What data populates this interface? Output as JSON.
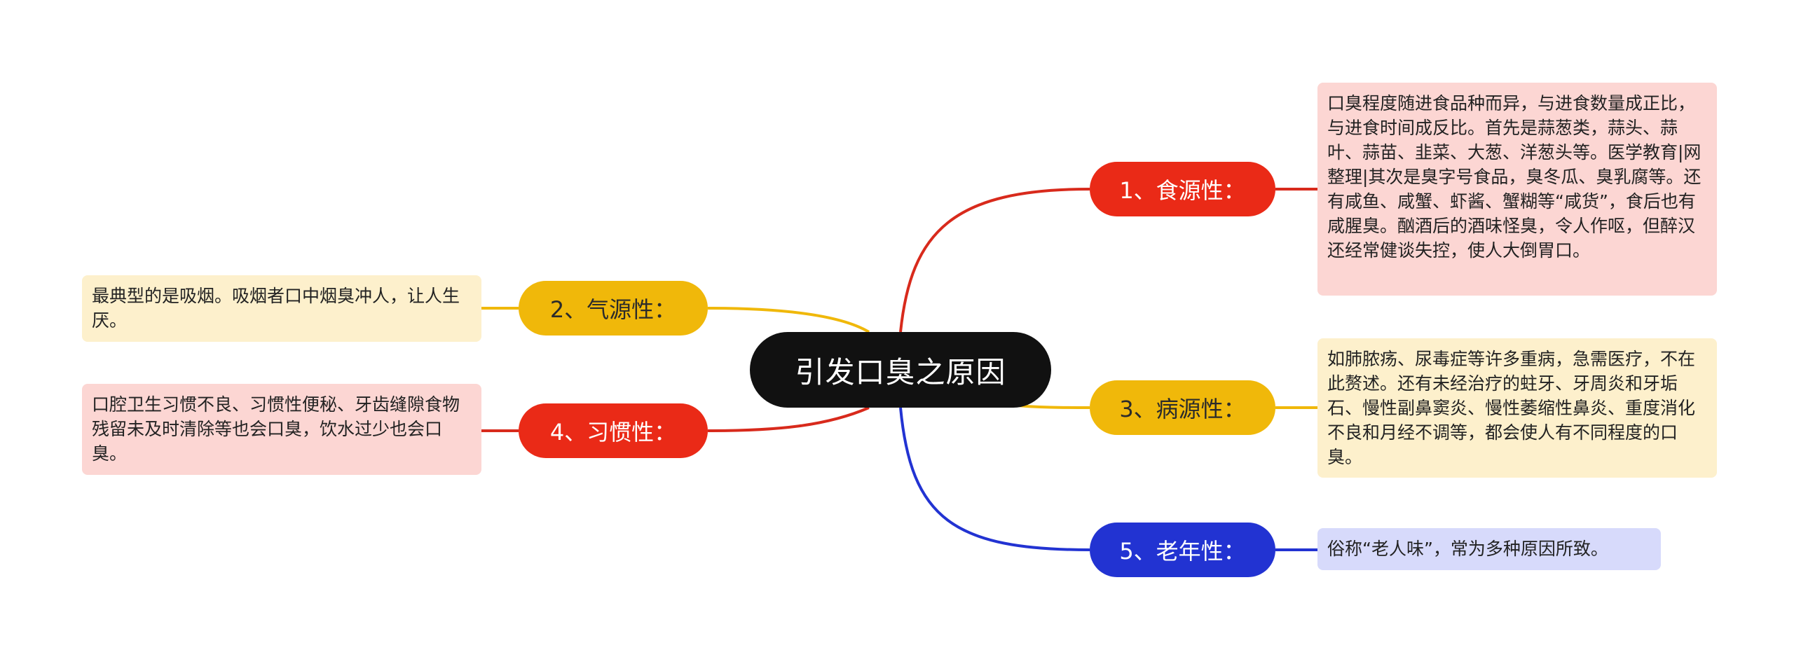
{
  "center": {
    "title": "引发口臭之原因"
  },
  "branches": [
    {
      "label": "1、食源性：",
      "color": "#ea2a17",
      "detail": "口臭程度随进食品种而异，与进食数量成正比，与进食时间成反比。首先是蒜葱类，蒜头、蒜叶、蒜苗、韭菜、大葱、洋葱头等。医学教育|网整理|其次是臭字号食品，臭冬瓜、臭乳腐等。还有咸鱼、咸蟹、虾酱、蟹糊等“咸货”，食后也有咸腥臭。酗酒后的酒味怪臭，令人作呕，但醉汉还经常健谈失控，使人大倒胃口。"
    },
    {
      "label": "2、气源性：",
      "color": "#f0b80a",
      "detail": "最典型的是吸烟。吸烟者口中烟臭冲人，让人生厌。"
    },
    {
      "label": "3、病源性：",
      "color": "#f0b80a",
      "detail": "如肺脓疡、尿毒症等许多重病，急需医疗，不在此赘述。还有未经治疗的蛀牙、牙周炎和牙垢石、慢性副鼻窦炎、慢性萎缩性鼻炎、重度消化不良和月经不调等，都会使人有不同程度的口臭。"
    },
    {
      "label": "4、习惯性：",
      "color": "#ea2a17",
      "detail": "口腔卫生习惯不良、习惯性便秘、牙齿缝隙食物残留未及时清除等也会口臭，饮水过少也会口臭。"
    },
    {
      "label": "5、老年性：",
      "color": "#2233d2",
      "detail": "俗称“老人味”，常为多种原因所致。"
    }
  ]
}
